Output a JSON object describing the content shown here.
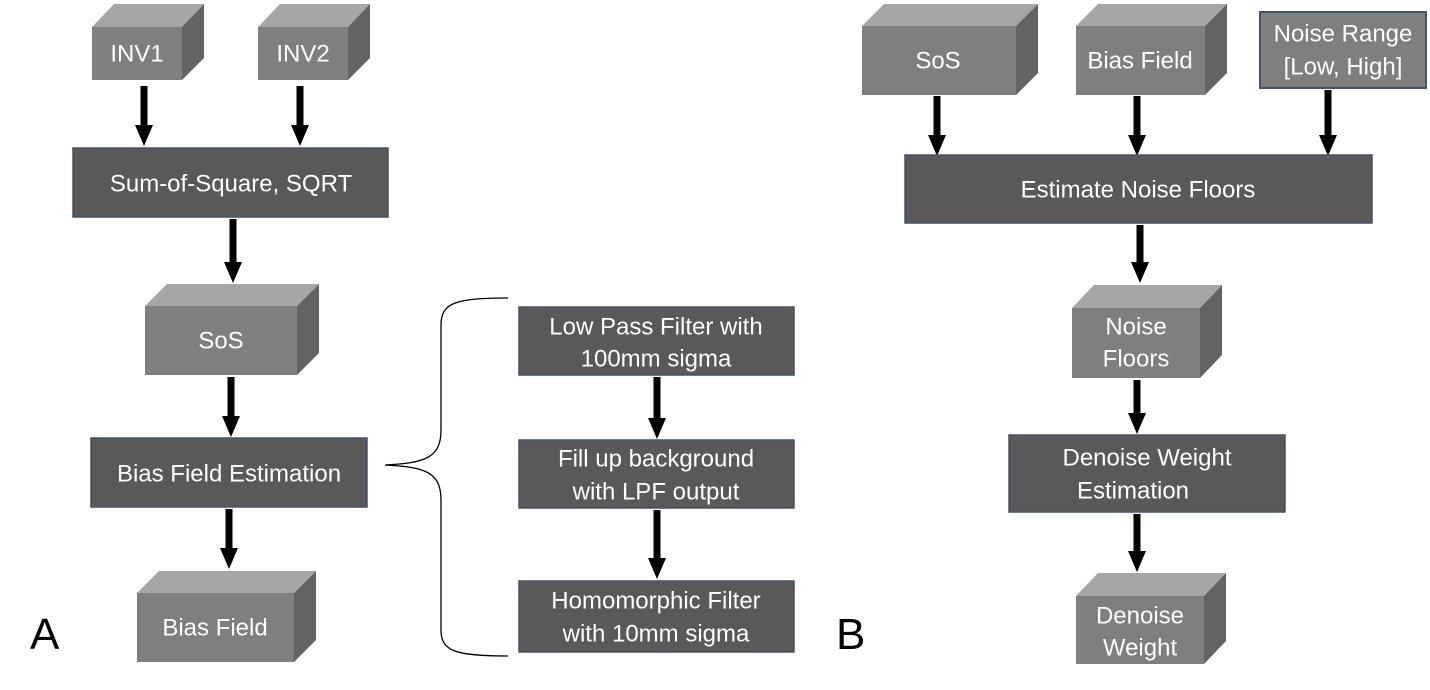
{
  "panel_a": {
    "label": "A",
    "inv1": "INV1",
    "inv2": "INV2",
    "sum_of_square": "Sum-of-Square, SQRT",
    "sos": "SoS",
    "bias_field_estimation": "Bias Field Estimation",
    "bias_field": "Bias Field",
    "detail_steps": [
      [
        "Low Pass Filter with",
        "100mm sigma"
      ],
      [
        "Fill up background",
        "with LPF output"
      ],
      [
        "Homomorphic Filter",
        "with 10mm sigma"
      ]
    ]
  },
  "panel_b": {
    "label": "B",
    "sos": "SoS",
    "bias_field": "Bias Field",
    "noise_range": [
      "Noise Range",
      "[Low, High]"
    ],
    "estimate_noise_floors": "Estimate Noise Floors",
    "noise_floors": [
      "Noise",
      "Floors"
    ],
    "denoise_weight_estimation": [
      "Denoise Weight",
      "Estimation"
    ],
    "denoise_weight": [
      "Denoise",
      "Weight"
    ]
  },
  "colors": {
    "process_box": "#595959",
    "data_cube_front": "#7f7f7f",
    "data_cube_top": "#a6a6a6",
    "data_cube_side": "#636363",
    "box_border": "#44546a",
    "arrow": "#000000"
  }
}
